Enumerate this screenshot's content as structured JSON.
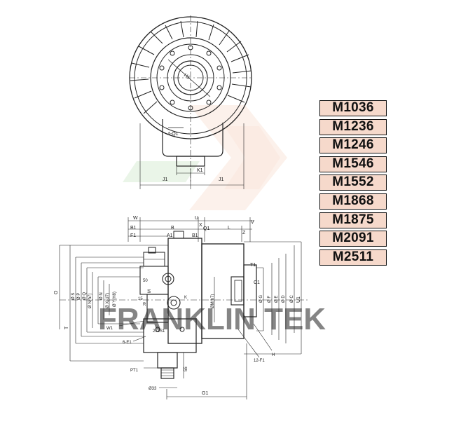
{
  "models": [
    "M1036",
    "M1236",
    "M1246",
    "M1546",
    "M1552",
    "M1868",
    "M1875",
    "M2091",
    "M2511"
  ],
  "watermark": {
    "text": "FRANKLIN TEK",
    "color": "#f3d3c2"
  },
  "colors": {
    "line": "#222222",
    "model_fill": "#f6d9cb",
    "model_border": "#111111"
  },
  "top_view": {
    "labels": {
      "h1": "H1",
      "q1": "4-Q1",
      "k1": "K1",
      "j1_left": "J1",
      "j1_right": "J1"
    }
  },
  "side_view": {
    "labels": {
      "w": "W",
      "b1_top": "B1",
      "f1": "F1",
      "u": "U",
      "x": "X",
      "q1": "Q1",
      "v": "V",
      "b": "B",
      "a1": "A1",
      "b1": "B1",
      "l": "L",
      "z": "Z",
      "t1": "T1",
      "c1": "C1",
      "dim_50": "50",
      "dim_15": "15",
      "r": "R",
      "m": "M",
      "k": "K",
      "w1": "W1",
      "e1": "6-E1",
      "s1": "2xZS1",
      "pt1": "PT1",
      "d33": "Ø33",
      "dim_55": "55",
      "g1": "G1",
      "h": "H",
      "f12": "12-F1",
      "o": "O",
      "t": "T",
      "ds": "Ø S",
      "dp": "Ø P",
      "dq": "Ø Q",
      "dnh7": "Ø N(h7)",
      "dn": "Ø N",
      "dx": "Ø X(U7)",
      "dy": "Ø Y(H8)",
      "dmh7": "ØM(h7)",
      "dg": "Ø G",
      "df": "Ø F",
      "de": "Ø E",
      "dd": "Ø D",
      "dc": "Ø C",
      "u1": "U1"
    }
  }
}
